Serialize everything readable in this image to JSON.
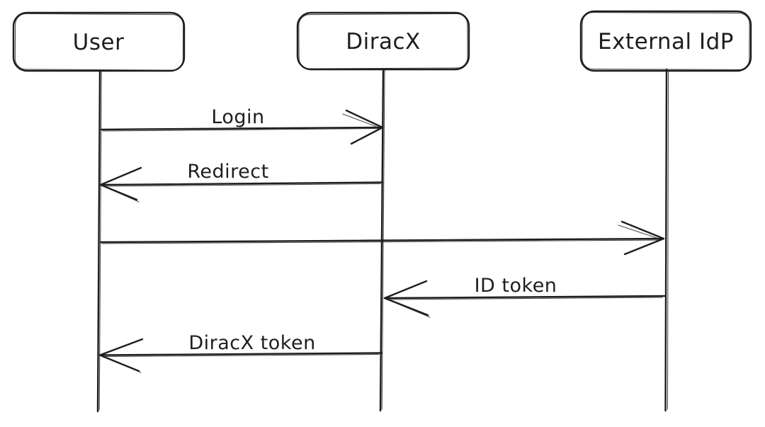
{
  "diagram_type": "sequence-diagram",
  "colors": {
    "stroke": "#1e1e1e",
    "background": "#ffffff"
  },
  "actors": {
    "user": {
      "label": "User"
    },
    "diracx": {
      "label": "DiracX"
    },
    "external_idp": {
      "label": "External IdP"
    }
  },
  "messages": {
    "login": {
      "label": "Login",
      "from": "User",
      "to": "DiracX"
    },
    "redirect": {
      "label": "Redirect",
      "from": "DiracX",
      "to": "User"
    },
    "user_to_idp": {
      "label": "",
      "from": "User",
      "to": "External IdP"
    },
    "id_token": {
      "label": "ID token",
      "from": "External IdP",
      "to": "DiracX"
    },
    "diracx_token": {
      "label": "DiracX token",
      "from": "DiracX",
      "to": "User"
    }
  }
}
